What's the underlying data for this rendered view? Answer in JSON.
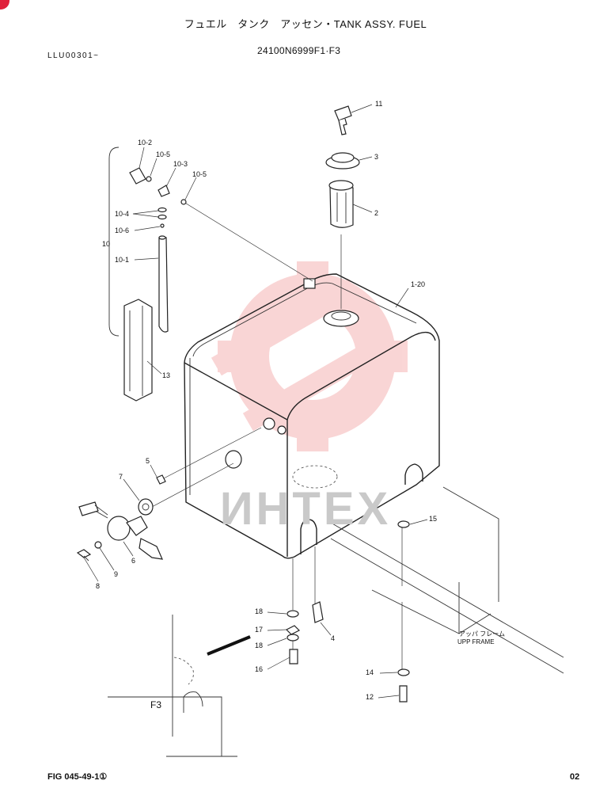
{
  "header": {
    "title": "フュエル　タンク　アッセン・TANK ASSY. FUEL",
    "serial": "LLU00301~",
    "part_number": "24100N6999F1·F3"
  },
  "footer": {
    "figure_ref": "FIG 045-49-1①",
    "page": "02"
  },
  "diagram": {
    "frame_label": "F3",
    "upper_frame_jp": "アッパ フレーム",
    "upper_frame_en": "UPP FRAME",
    "watermark": "ИНТЕХ",
    "callouts": [
      "11",
      "3",
      "2",
      "1-20",
      "10-2",
      "10-5",
      "10-3",
      "10-5",
      "10-4",
      "10-6",
      "10",
      "10-1",
      "13",
      "5",
      "7",
      "6",
      "9",
      "8",
      "15",
      "18",
      "17",
      "18",
      "16",
      "4",
      "14",
      "12"
    ]
  },
  "colors": {
    "line": "#222222",
    "watermark": "#f0b8b8",
    "corner_badge": "#e0203a"
  }
}
